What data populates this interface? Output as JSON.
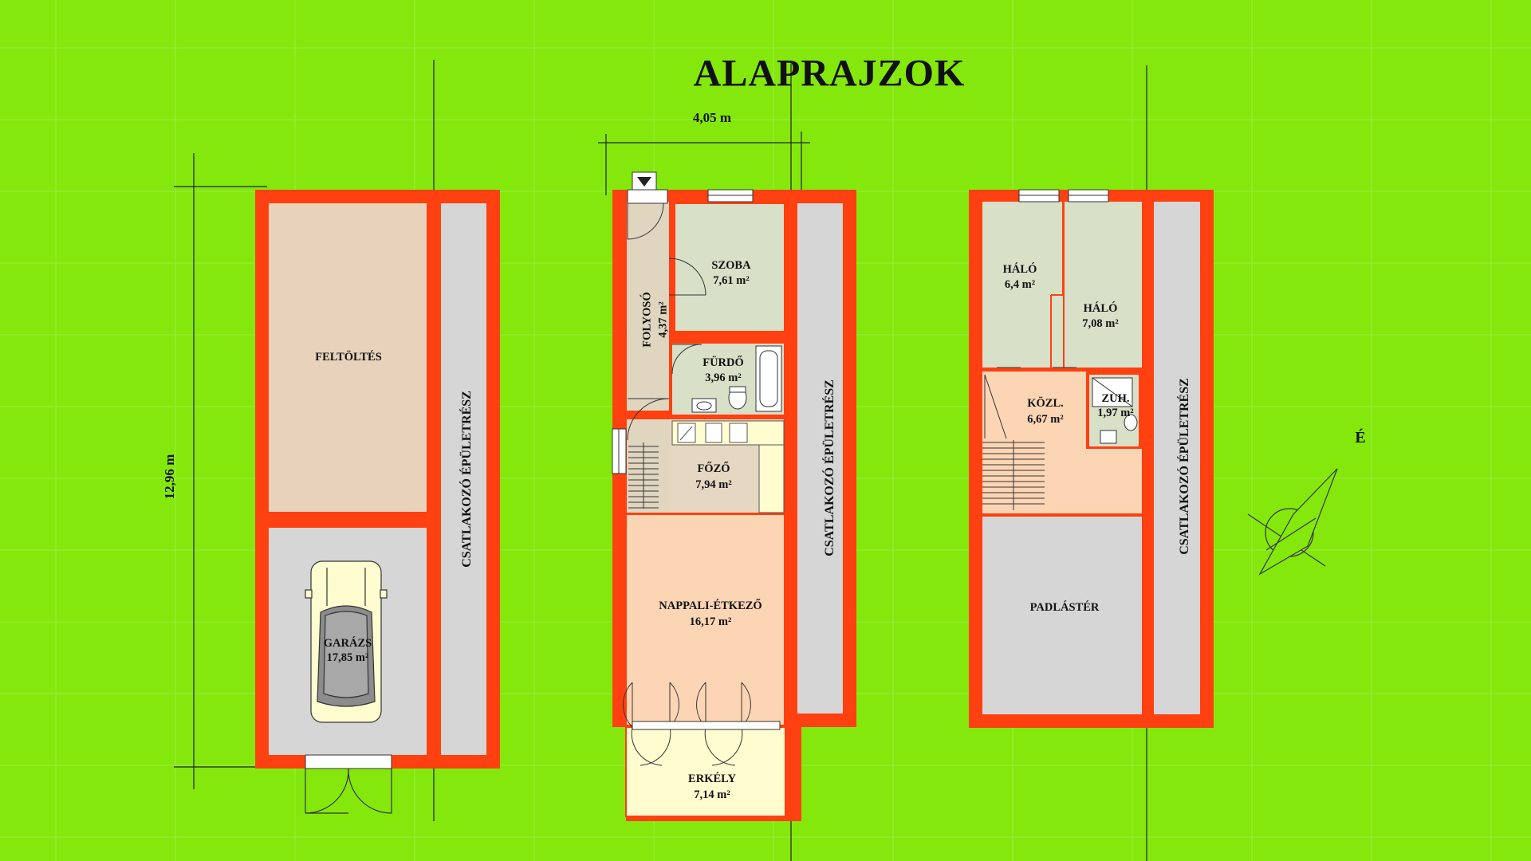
{
  "title": "ALAPRAJZOK",
  "dimensions": {
    "width": "4,05 m",
    "height": "12,96 m"
  },
  "north_label": "É",
  "neighbor_label": "CSATLAKOZÓ ÉPÜLETRÉSZ",
  "ground_floor": {
    "filling": {
      "name": "FELTÖLTÉS"
    },
    "garage": {
      "name": "GARÁZS",
      "area": "17,85 m²"
    }
  },
  "first_floor": {
    "room": {
      "name": "SZOBA",
      "area": "7,61 m²"
    },
    "corridor": {
      "name": "FOLYOSÓ",
      "area": "4,37 m²"
    },
    "bathroom": {
      "name": "FÜRDŐ",
      "area": "3,96 m²"
    },
    "kitchen": {
      "name": "FŐZŐ",
      "area": "7,94 m²"
    },
    "living": {
      "name": "NAPPALI-ÉTKEZŐ",
      "area": "16,17 m²"
    },
    "balcony": {
      "name": "ERKÉLY",
      "area": "7,14 m²"
    }
  },
  "attic_floor": {
    "bedroom1": {
      "name": "HÁLÓ",
      "area": "6,4 m²"
    },
    "bedroom2": {
      "name": "HÁLÓ",
      "area": "7,08 m²"
    },
    "hall": {
      "name": "KÖZL.",
      "area": "6,67 m²"
    },
    "shower": {
      "name": "ZUH.",
      "area": "1,97 m²"
    },
    "attic": {
      "name": "PADLÁSTÉR"
    }
  },
  "colors": {
    "background": "#84e80c",
    "wall": "#ff4010",
    "filling": "#e8d2bc",
    "neutral": "#d6d6d6",
    "living": "#fcd5b4",
    "room": "#d8e0c8",
    "corridor": "#e0d6c0",
    "balcony": "#fffcd0",
    "kitchen": "#e5d7c2"
  }
}
